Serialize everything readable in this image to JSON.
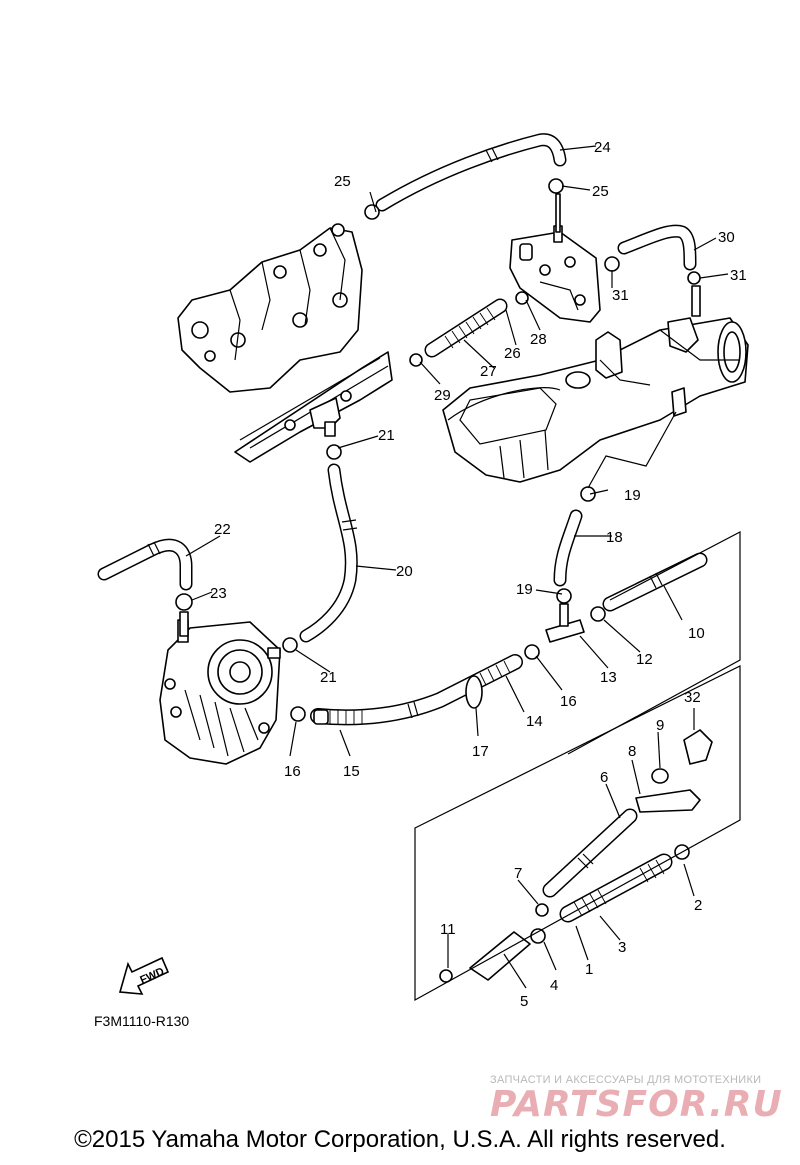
{
  "parts": [
    {
      "id": "p1",
      "label": "1"
    },
    {
      "id": "p2",
      "label": "2"
    },
    {
      "id": "p3",
      "label": "3"
    },
    {
      "id": "p4",
      "label": "4"
    },
    {
      "id": "p5",
      "label": "5"
    },
    {
      "id": "p6",
      "label": "6"
    },
    {
      "id": "p7",
      "label": "7"
    },
    {
      "id": "p8",
      "label": "8"
    },
    {
      "id": "p9",
      "label": "9"
    },
    {
      "id": "p10",
      "label": "10"
    },
    {
      "id": "p11",
      "label": "11"
    },
    {
      "id": "p12",
      "label": "12"
    },
    {
      "id": "p13",
      "label": "13"
    },
    {
      "id": "p14",
      "label": "14"
    },
    {
      "id": "p15",
      "label": "15"
    },
    {
      "id": "p16",
      "label": "16"
    },
    {
      "id": "p17",
      "label": "17"
    },
    {
      "id": "p18",
      "label": "18"
    },
    {
      "id": "p19",
      "label": "19"
    },
    {
      "id": "p20",
      "label": "20"
    },
    {
      "id": "p21",
      "label": "21"
    },
    {
      "id": "p22",
      "label": "22"
    },
    {
      "id": "p23",
      "label": "23"
    },
    {
      "id": "p24",
      "label": "24"
    },
    {
      "id": "p25",
      "label": "25"
    },
    {
      "id": "p26",
      "label": "26"
    },
    {
      "id": "p27",
      "label": "27"
    },
    {
      "id": "p28",
      "label": "28"
    },
    {
      "id": "p29",
      "label": "29"
    },
    {
      "id": "p30",
      "label": "30"
    },
    {
      "id": "p31",
      "label": "31"
    },
    {
      "id": "p32",
      "label": "32"
    }
  ],
  "fwd_label": "FWD",
  "diagram_code": "F3M1110-R130",
  "watermark": {
    "tagline": "ЗАПЧАСТИ И АКСЕССУАРЫ ДЛЯ МОТОТЕХНИКИ",
    "logo_text": "PARTSFOR.RU"
  },
  "copyright": "©2015 Yamaha Motor Corporation, U.S.A. All rights reserved."
}
